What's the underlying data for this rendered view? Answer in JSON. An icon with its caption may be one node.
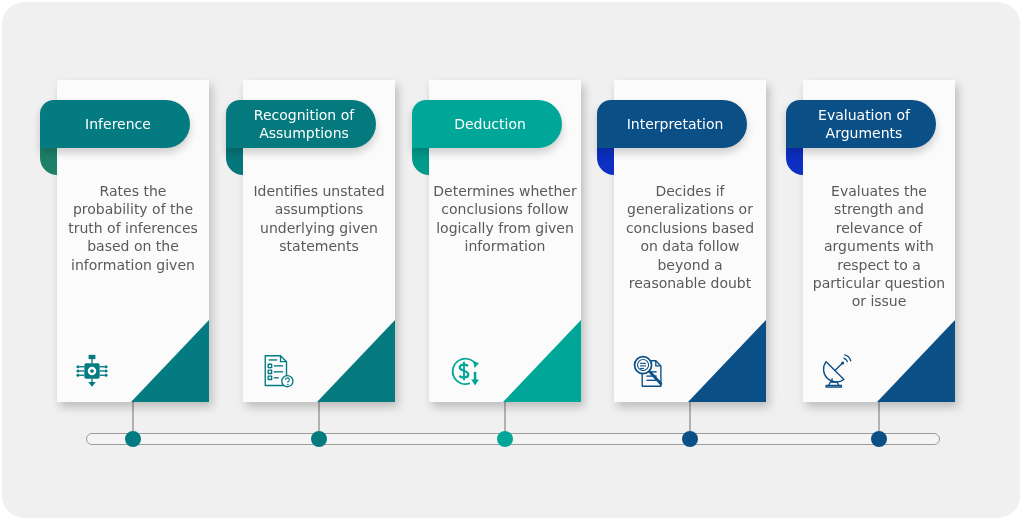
{
  "diagram": {
    "nodes": [
      {
        "text": [
          "Inference",
          "Rates the probability of the truth of inferences based on the information given"
        ]
      },
      {
        "text": [
          "Recognition of Assumptions",
          "Identifies unstated assumptions underlying given statements"
        ]
      },
      {
        "text": [
          "Deduction",
          "Determines whether conclusions follow logically from given information"
        ]
      },
      {
        "text": [
          "Interpretation",
          "Decides if generalizations or conclusions based on data follow beyond a reasonable doubt"
        ]
      },
      {
        "text": [
          "Evaluation of Arguments",
          "Evaluates the strength and relevance of arguments with respect to a particular question or issue"
        ]
      },
      {
        "text": [],
        "shape": "circle"
      },
      {
        "text": [],
        "shape": "circle"
      },
      {
        "text": [],
        "shape": "circle"
      },
      {
        "text": [],
        "shape": "circle"
      },
      {
        "text": [],
        "shape": "circle"
      }
    ],
    "edges": [
      {
        "from": 0,
        "to": 5,
        "arrow": "none"
      },
      {
        "from": 1,
        "to": 6,
        "arrow": "none"
      },
      {
        "from": 2,
        "to": 7,
        "arrow": "none"
      },
      {
        "from": 3,
        "to": 8,
        "arrow": "none"
      },
      {
        "from": 4,
        "to": 9,
        "arrow": "none"
      }
    ]
  }
}
